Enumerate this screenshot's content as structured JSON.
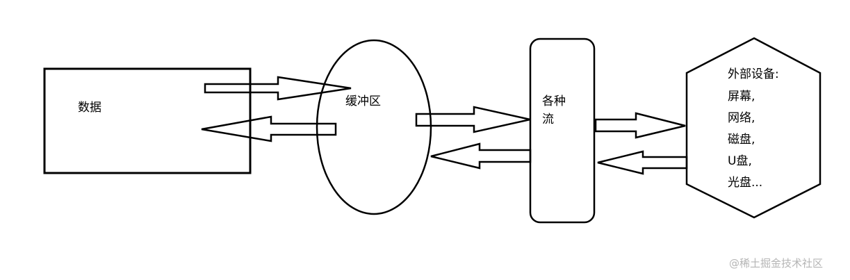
{
  "nodes": {
    "data": "数据",
    "buffer": "缓冲区",
    "streams": "各种流",
    "devices_title": "外部设备:",
    "devices": [
      "屏幕,",
      "网络,",
      "磁盘,",
      "U盘,",
      "光盘..."
    ]
  },
  "watermark": "@稀土掘金技术社区",
  "colors": {
    "stroke": "#000000",
    "background": "#ffffff",
    "watermark": "#b5b5b5"
  }
}
